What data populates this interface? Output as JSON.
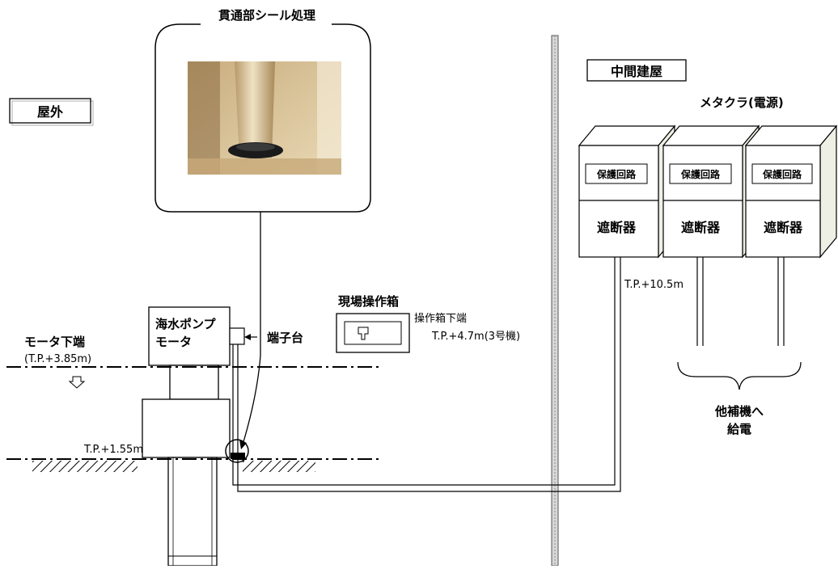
{
  "labels": {
    "penetration_seal": "貫通部シール処理",
    "outdoor": "屋外",
    "intermediate_building": "中間建屋",
    "metaclad": "メタクラ(電源)",
    "protection_circuit": "保護回路",
    "breaker": "遮断器",
    "tp_10_5": "T.P.+10.5m",
    "site_control_box": "現場操作箱",
    "control_box_bottom": "操作箱下端",
    "tp_4_7": "T.P.+4.7m(3号機)",
    "terminal_block": "端子台",
    "pump_motor_line1": "海水ポンプ",
    "pump_motor_line2": "モータ",
    "motor_bottom": "モータ下端",
    "tp_3_85": "(T.P.+3.85m)",
    "tp_1_55": "T.P.+1.55m",
    "other_aux_line1": "他補機へ",
    "other_aux_line2": "給電"
  },
  "colors": {
    "line": "#000000",
    "photo_bg": "#d8c49a",
    "pipe": "#e8dcc0",
    "cabinet_side": "#eef0e6",
    "wall": "#cfcfcf"
  }
}
